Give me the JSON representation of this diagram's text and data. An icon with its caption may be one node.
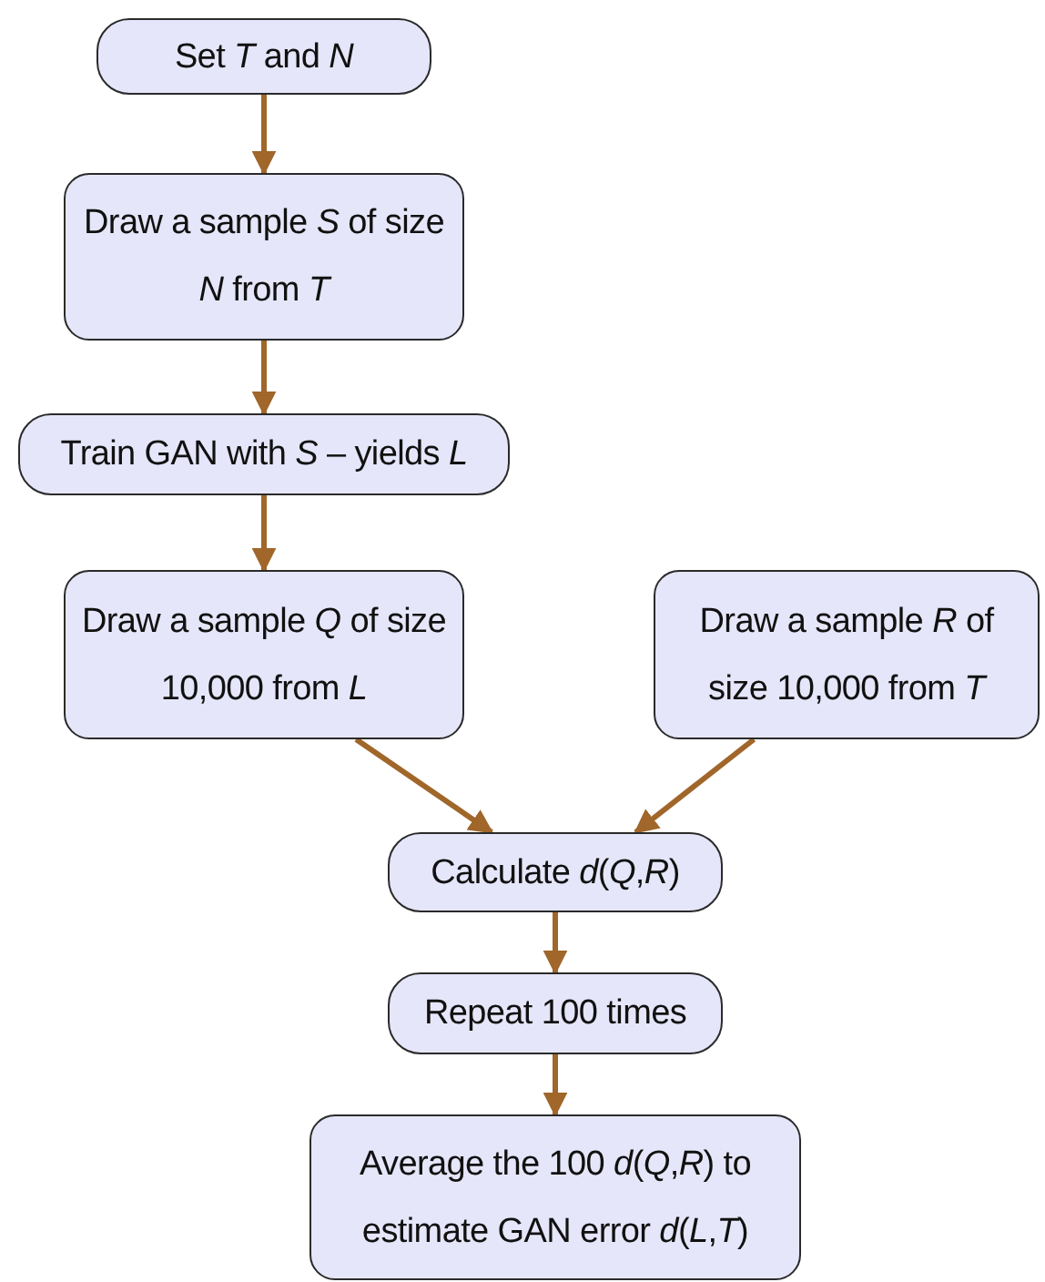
{
  "diagram": {
    "nodes": [
      {
        "text": [
          "Set *T* and *N*"
        ]
      },
      {
        "text": [
          "Draw a sample *S* of size *N* from *T*"
        ]
      },
      {
        "text": [
          "Train GAN with *S* – yields *L*"
        ]
      },
      {
        "text": [
          "Draw a sample *Q* of size 10,000 from *L*"
        ]
      },
      {
        "text": [
          "Draw a sample *R* of size 10,000 from *T*"
        ]
      },
      {
        "text": [
          "Calculate *d*(*Q*,*R*)"
        ]
      },
      {
        "text": [
          "Repeat 100 times"
        ]
      },
      {
        "text": [
          "Average the 100 *d*(*Q*,*R*) to estimate GAN error *d*(*L*,*T*)"
        ]
      }
    ],
    "edges": [
      {
        "from": 0,
        "to": 1,
        "arrow": "to"
      },
      {
        "from": 1,
        "to": 2,
        "arrow": "to"
      },
      {
        "from": 2,
        "to": 3,
        "arrow": "to"
      },
      {
        "from": 3,
        "to": 5,
        "arrow": "to"
      },
      {
        "from": 4,
        "to": 5,
        "arrow": "to"
      },
      {
        "from": 5,
        "to": 6,
        "arrow": "to"
      },
      {
        "from": 6,
        "to": 7,
        "arrow": "to"
      }
    ]
  }
}
